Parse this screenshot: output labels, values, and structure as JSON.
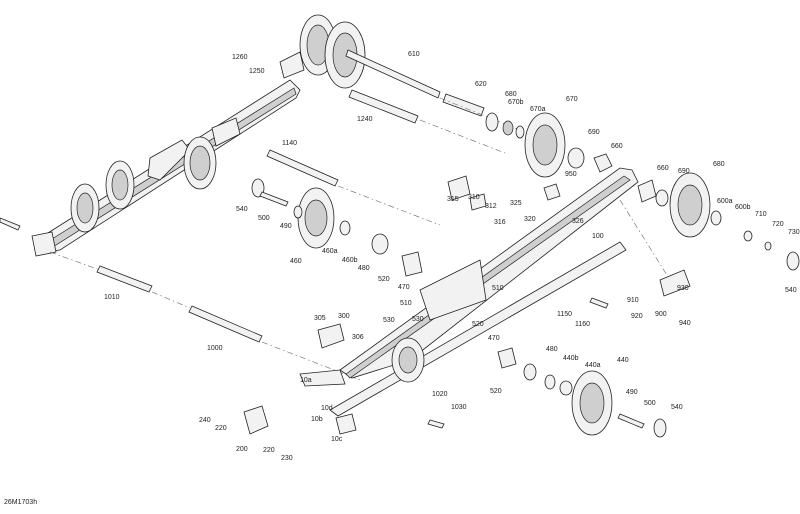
{
  "diagram": {
    "reference_code": "26M1703h",
    "labels": [
      "1260",
      "1250",
      "610",
      "620",
      "680",
      "670b",
      "670a",
      "670",
      "1240",
      "690",
      "660",
      "1140",
      "950",
      "660",
      "690",
      "680",
      "315",
      "310",
      "312",
      "316",
      "325",
      "320",
      "326",
      "540",
      "500",
      "490",
      "460a",
      "460",
      "460b",
      "480",
      "520",
      "470",
      "600a",
      "600b",
      "710",
      "720",
      "730",
      "540",
      "100",
      "510",
      "910",
      "930",
      "1010",
      "520",
      "510",
      "530",
      "1150",
      "1160",
      "920",
      "900",
      "940",
      "305",
      "300",
      "306",
      "530",
      "470",
      "480",
      "440b",
      "440a",
      "440",
      "1000",
      "10a",
      "520",
      "490",
      "500",
      "540",
      "1020",
      "1030",
      "240",
      "220",
      "10d",
      "10b",
      "10c",
      "200",
      "220",
      "230"
    ]
  }
}
